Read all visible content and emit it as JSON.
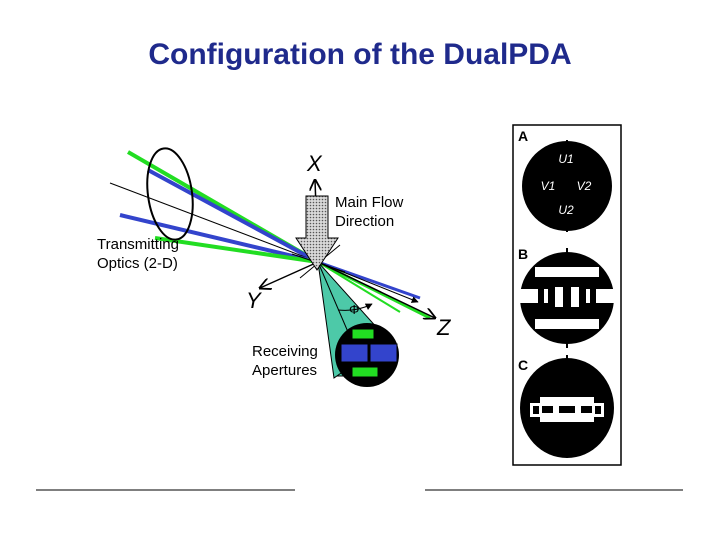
{
  "title": "Configuration of the DualPDA",
  "labels": {
    "x_axis": "X",
    "y_axis": "Y",
    "z_axis": "Z",
    "phi": "Φ",
    "main_flow_line1": "Main Flow",
    "main_flow_line2": "Direction",
    "transmitting_line1": "Transmitting",
    "transmitting_line2": "Optics (2-D)",
    "receiving_line1": "Receiving",
    "receiving_line2": "Apertures"
  },
  "panels": {
    "a": {
      "label": "A",
      "u1": "U1",
      "v1": "V1",
      "v2": "V2",
      "u2": "U2"
    },
    "b": {
      "label": "B"
    },
    "c": {
      "label": "C"
    }
  },
  "colors": {
    "title": "#1f2a8c",
    "green": "#22dd22",
    "blue": "#3344cc",
    "teal": "#4dc9a8"
  }
}
